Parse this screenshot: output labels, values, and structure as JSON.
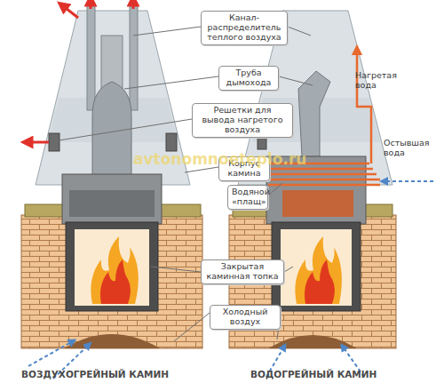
{
  "diagram": {
    "nodes": [
      {
        "text": [
          "Канал-распределитель теплого воздуха"
        ]
      },
      {
        "text": [
          "Труба дымохода"
        ]
      },
      {
        "text": [
          "Решетки для вывода нагретого воздуха"
        ]
      },
      {
        "text": [
          "Корпус камина"
        ]
      },
      {
        "text": [
          "Водяной «плащ»"
        ]
      },
      {
        "text": [
          "Закрытая каминная топка"
        ]
      },
      {
        "text": [
          "Холодный воздух"
        ]
      }
    ],
    "labels": [
      "Нагретая вода",
      "Остывшая вода",
      "avtonomnoeteplo.ru",
      "ВОЗДУХОГРЕЙНЫЙ КАМИН",
      "ВОДОГРЕЙНЫЙ КАМИН"
    ]
  }
}
